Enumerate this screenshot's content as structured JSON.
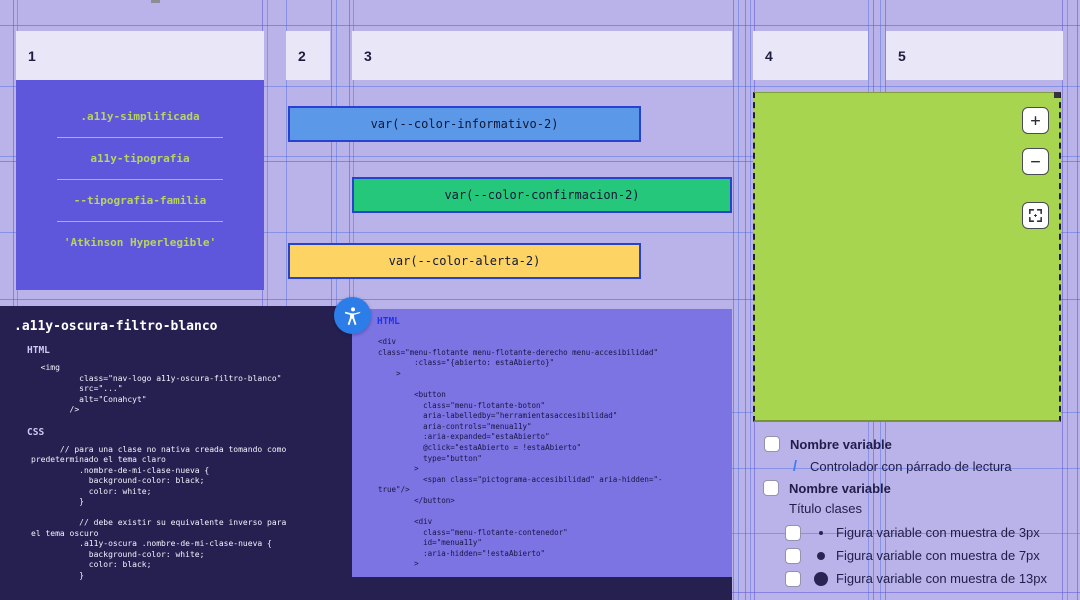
{
  "colors": {
    "background": "#b9b3e9",
    "card_purple": "#5e57dc",
    "token_text_yellow_green": "#b8d45f",
    "informativo": "#5b99e8",
    "confirmacion": "#25c87b",
    "alerta": "#fdd464",
    "bar_border": "#2742cc",
    "green_canvas": "#a8d54f",
    "panel_dark": "#262051",
    "panel_purple": "#7b74e2",
    "a11y_blue": "#2d7de9",
    "legend_slash_blue": "#3f7df2"
  },
  "headers": {
    "h1": "1",
    "h2": "2",
    "h3": "3",
    "h4": "4",
    "h5": "5"
  },
  "typography_card": {
    "item1": ".a11y-simplificada",
    "item2": "a11y-tipografia",
    "item3": "--tipografia-familia",
    "item4": "'Atkinson Hyperlegible'"
  },
  "color_bars": {
    "informativo_label": "var(--color-informativo-2)",
    "confirmacion_label": "var(--color-confirmacion-2)",
    "alerta_label": "var(--color-alerta-2)"
  },
  "zoom_controls": {
    "plus": "+",
    "minus": "−"
  },
  "legend": {
    "slash": "/",
    "row1": "Nombre variable",
    "row2": "Controlador con párrado de lectura",
    "row3": "Nombre variable",
    "row4": "Título clases",
    "row5": "Figura variable con muestra de 3px",
    "row6": "Figura variable con muestra de 7px",
    "row7": "Figura variable con muestra de 13px"
  },
  "dark_panel": {
    "title": ".a11y-oscura-filtro-blanco",
    "html_label": "HTML",
    "html_code": "  <img\n          class=\"nav-logo a11y-oscura-filtro-blanco\"\n          src=\"...\"\n          alt=\"Conahcyt\"\n        />",
    "css_label": "CSS",
    "css_code": "      // para una clase no nativa creada tomando como\npredeterminado el tema claro\n          .nombre-de-mi-clase-nueva {\n            background-color: black;\n            color: white;\n          }\n\n          // debe existir su equivalente inverso para\nel tema oscuro\n          .a11y-oscura .nombre-de-mi-clase-nueva {\n            background-color: white;\n            color: black;\n          }"
  },
  "purple_panel": {
    "html_label": "HTML",
    "code": "<div\nclass=\"menu-flotante menu-flotante-derecho menu-accesibilidad\"\n        :class=\"{abierto: estaAbierto}\"\n    >\n\n        <button\n          class=\"menu-flotante-boton\"\n          aria-labelledby=\"herramientasaccesibilidad\"\n          aria-controls=\"menua11y\"\n          :aria-expanded=\"estaAbierto\"\n          @click=\"estaAbierto = !estaAbierto\"\n          type=\"button\"\n        >\n          <span class=\"pictograma-accesibilidad\" aria-hidden=\"-\ntrue\"/>\n        </button>\n\n        <div\n          class=\"menu-flotante-contenedor\"\n          id=\"menua11y\"\n          :aria-hidden=\"!estaAbierto\"\n        >"
  }
}
